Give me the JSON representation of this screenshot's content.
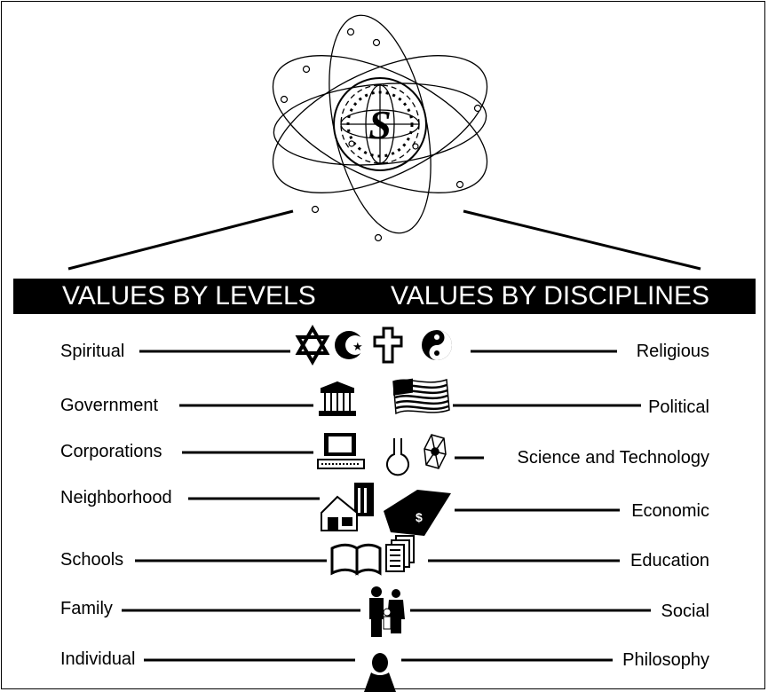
{
  "logo": {
    "letter": "S",
    "icon": "atom-globe-logo"
  },
  "header": {
    "left_title": "VALUES BY LEVELS",
    "right_title": "VALUES BY DISCIPLINES"
  },
  "rows": [
    {
      "level": "Spiritual",
      "discipline": "Religious",
      "icon": "religious-symbols-icon"
    },
    {
      "level": "Government",
      "discipline": "Political",
      "icon": "capitol-and-flag-icon"
    },
    {
      "level": "Corporations",
      "discipline": "Science and Technology",
      "icon": "computer-flask-molecule-icon"
    },
    {
      "level": "Neighborhood",
      "discipline": "Economic",
      "icon": "buildings-and-dollar-icon"
    },
    {
      "level": "Schools",
      "discipline": "Education",
      "icon": "book-and-papers-icon"
    },
    {
      "level": "Family",
      "discipline": "Social",
      "icon": "family-icon"
    },
    {
      "level": "Individual",
      "discipline": "Philosophy",
      "icon": "person-silhouette-icon"
    }
  ]
}
